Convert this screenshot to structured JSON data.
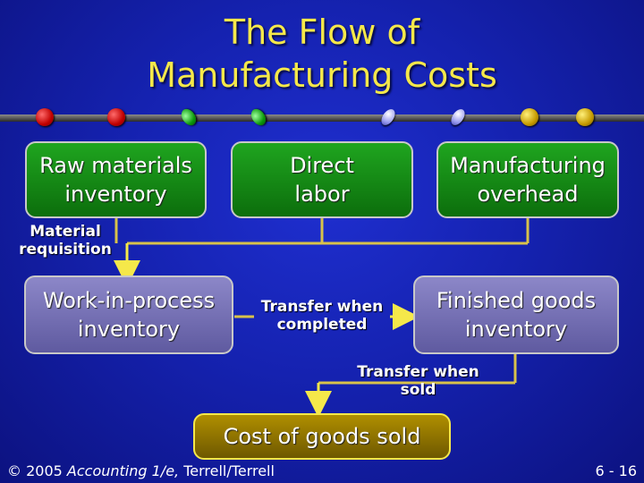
{
  "slide": {
    "title_line1": "The Flow of",
    "title_line2": "Manufacturing Costs"
  },
  "boxes": {
    "raw_materials": [
      "Raw materials",
      "inventory"
    ],
    "direct_labor": [
      "Direct",
      "labor"
    ],
    "overhead": [
      "Manufacturing",
      "overhead"
    ],
    "wip": [
      "Work-in-process",
      "inventory"
    ],
    "finished": [
      "Finished goods",
      "inventory"
    ],
    "cogs": "Cost of goods sold"
  },
  "labels": {
    "material_requisition": [
      "Material",
      "requisition"
    ],
    "transfer_completed": [
      "Transfer when",
      "completed"
    ],
    "transfer_sold": [
      "Transfer when",
      "sold"
    ]
  },
  "footer": {
    "copyright": "© 2005",
    "book": "Accounting 1/e,",
    "authors": "Terrell/Terrell",
    "page": "6 - 16"
  },
  "colors": {
    "title": "#f5e84a",
    "connector": "#d8c24a",
    "arrow": "#f5e84a"
  },
  "decor": [
    "red",
    "red",
    "green",
    "green",
    "violet",
    "violet",
    "gold",
    "gold"
  ]
}
